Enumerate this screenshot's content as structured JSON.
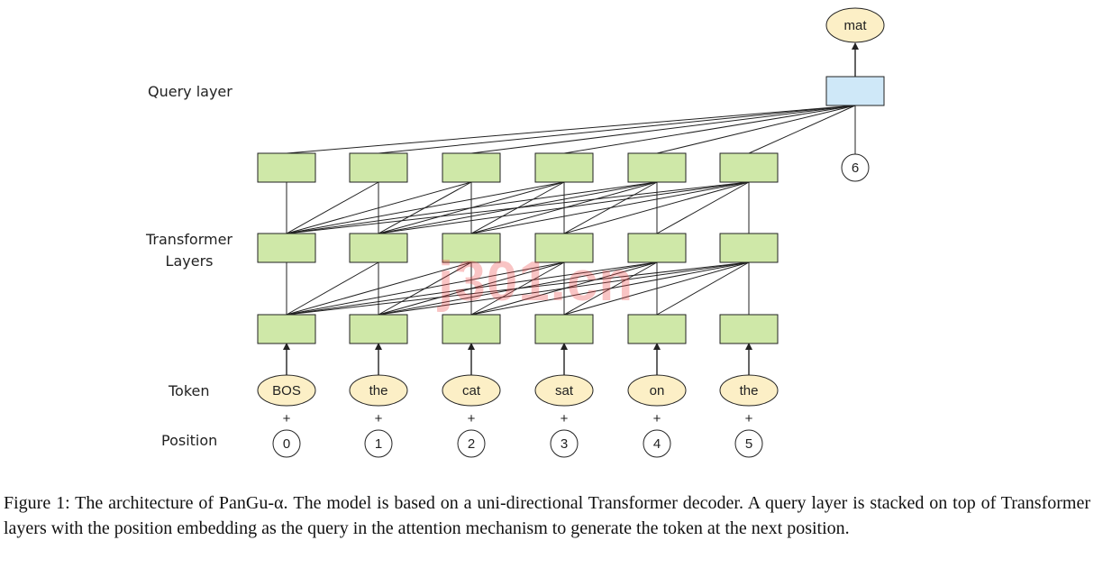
{
  "labels": {
    "query_layer": "Query layer",
    "transformer_line1": "Transformer",
    "transformer_line2": "Layers",
    "token": "Token",
    "position": "Position"
  },
  "tokens": [
    "BOS",
    "the",
    "cat",
    "sat",
    "on",
    "the"
  ],
  "positions": [
    "0",
    "1",
    "2",
    "3",
    "4",
    "5"
  ],
  "plus": "+",
  "query": {
    "position": "6",
    "output": "mat"
  },
  "watermark": "j301.cn",
  "caption": "Figure 1: The architecture of PanGu-α. The model is based on a uni-directional Transformer decoder. A query layer is stacked on top of Transformer layers with the position embedding as the query in the attention mechanism to generate the token at the next position.",
  "colors": {
    "layer_fill": "#cfe8a8",
    "query_fill": "#cfe8f8",
    "token_fill": "#fcefc6",
    "stroke": "#222222"
  }
}
